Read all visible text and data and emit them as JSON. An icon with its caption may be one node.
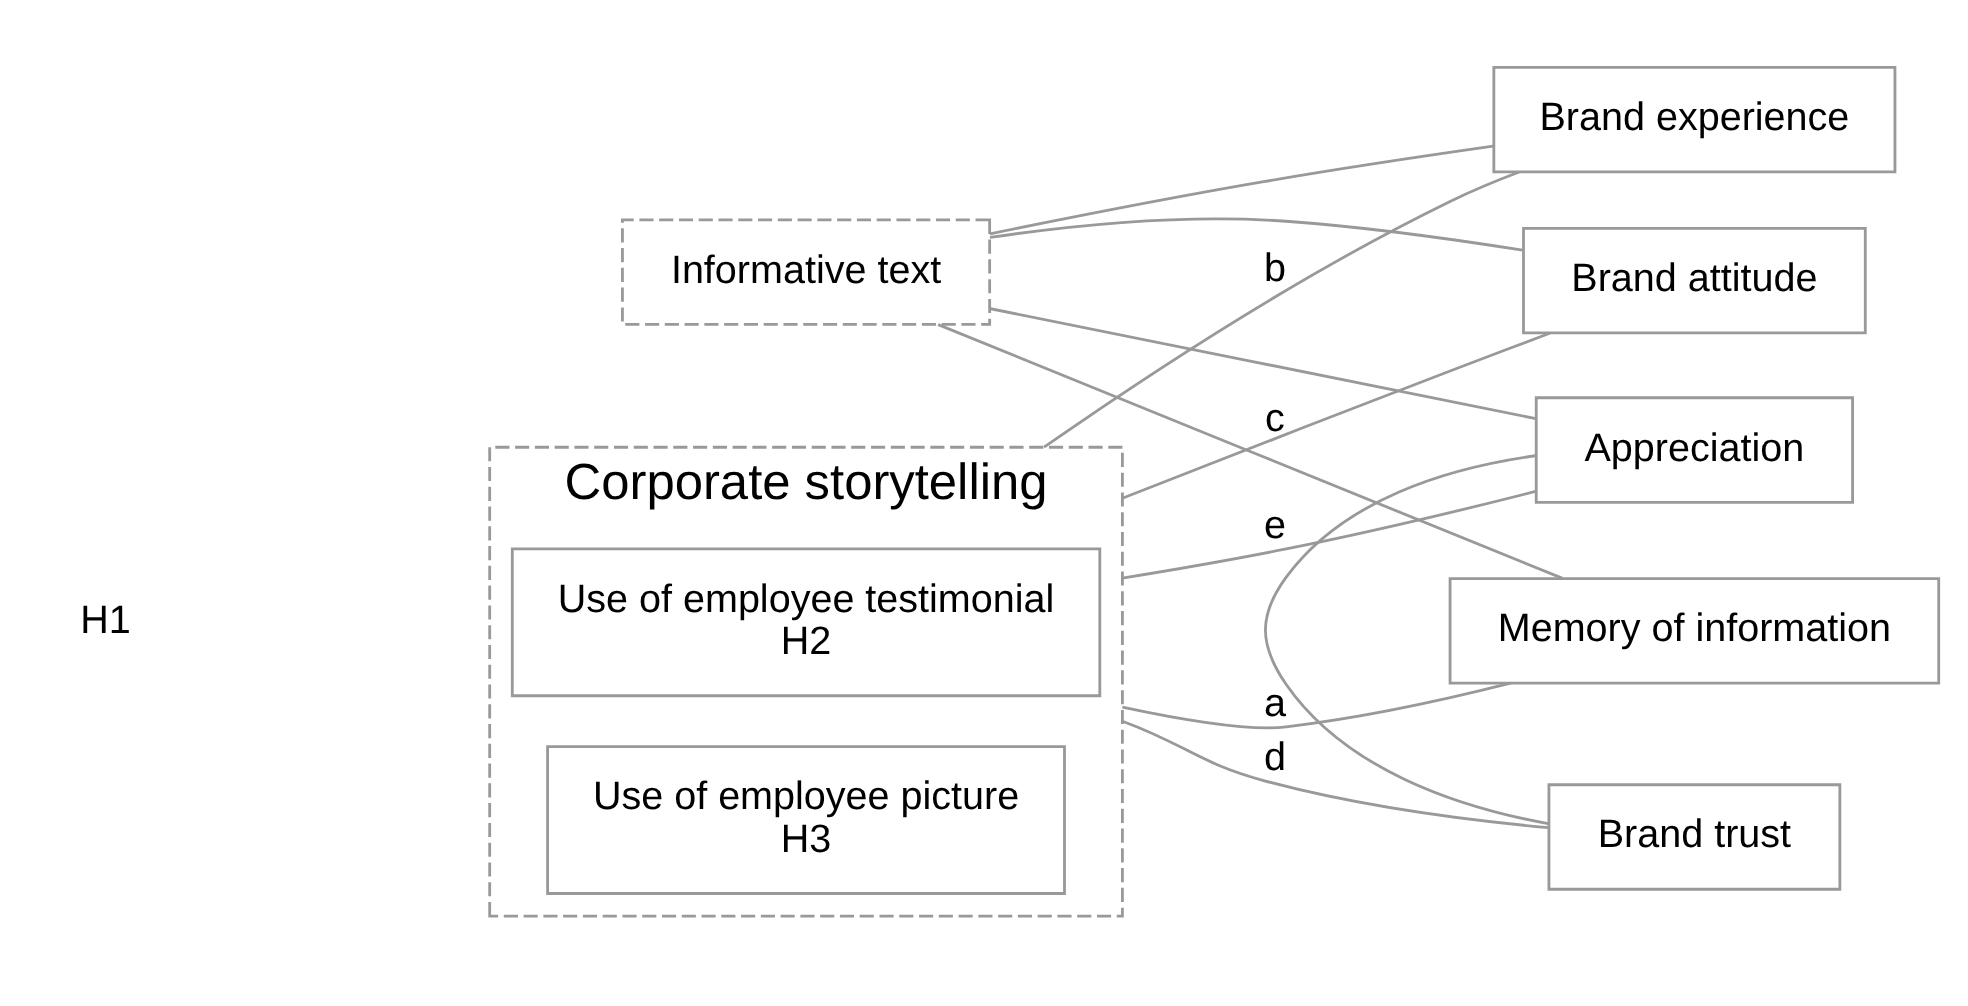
{
  "diagram": {
    "nodes": [
      {
        "text": [
          "Corporate storytelling"
        ]
      },
      {
        "text": [
          "Use of employee testimonial",
          "H2"
        ],
        "in": 0
      },
      {
        "text": [
          "Use of employee picture",
          "H3"
        ],
        "in": 0
      },
      {
        "text": [
          "Informative text"
        ]
      },
      {
        "text": [
          "Memory of information"
        ]
      },
      {
        "text": [
          "Brand experience"
        ]
      },
      {
        "text": [
          "Brand attitude"
        ]
      },
      {
        "text": [
          "Brand trust"
        ]
      },
      {
        "text": [
          "Appreciation"
        ]
      }
    ],
    "edges": [
      {
        "from": 0,
        "to": 4,
        "arrow": "none",
        "label": "a"
      },
      {
        "from": 0,
        "to": 5,
        "arrow": "none",
        "label": "b"
      },
      {
        "from": 0,
        "to": 6,
        "arrow": "none",
        "label": "c"
      },
      {
        "from": 0,
        "to": 7,
        "arrow": "none",
        "label": "d"
      },
      {
        "from": 0,
        "to": 8,
        "arrow": "none",
        "label": "e"
      },
      {
        "from": 3,
        "to": 4,
        "arrow": "none"
      },
      {
        "from": 3,
        "to": 5,
        "arrow": "none"
      },
      {
        "from": 3,
        "to": 6,
        "arrow": "none"
      },
      {
        "from": 3,
        "to": 8,
        "arrow": "none"
      },
      {
        "from": 8,
        "to": 7,
        "arrow": "none"
      }
    ],
    "labels": [
      "H1"
    ]
  }
}
